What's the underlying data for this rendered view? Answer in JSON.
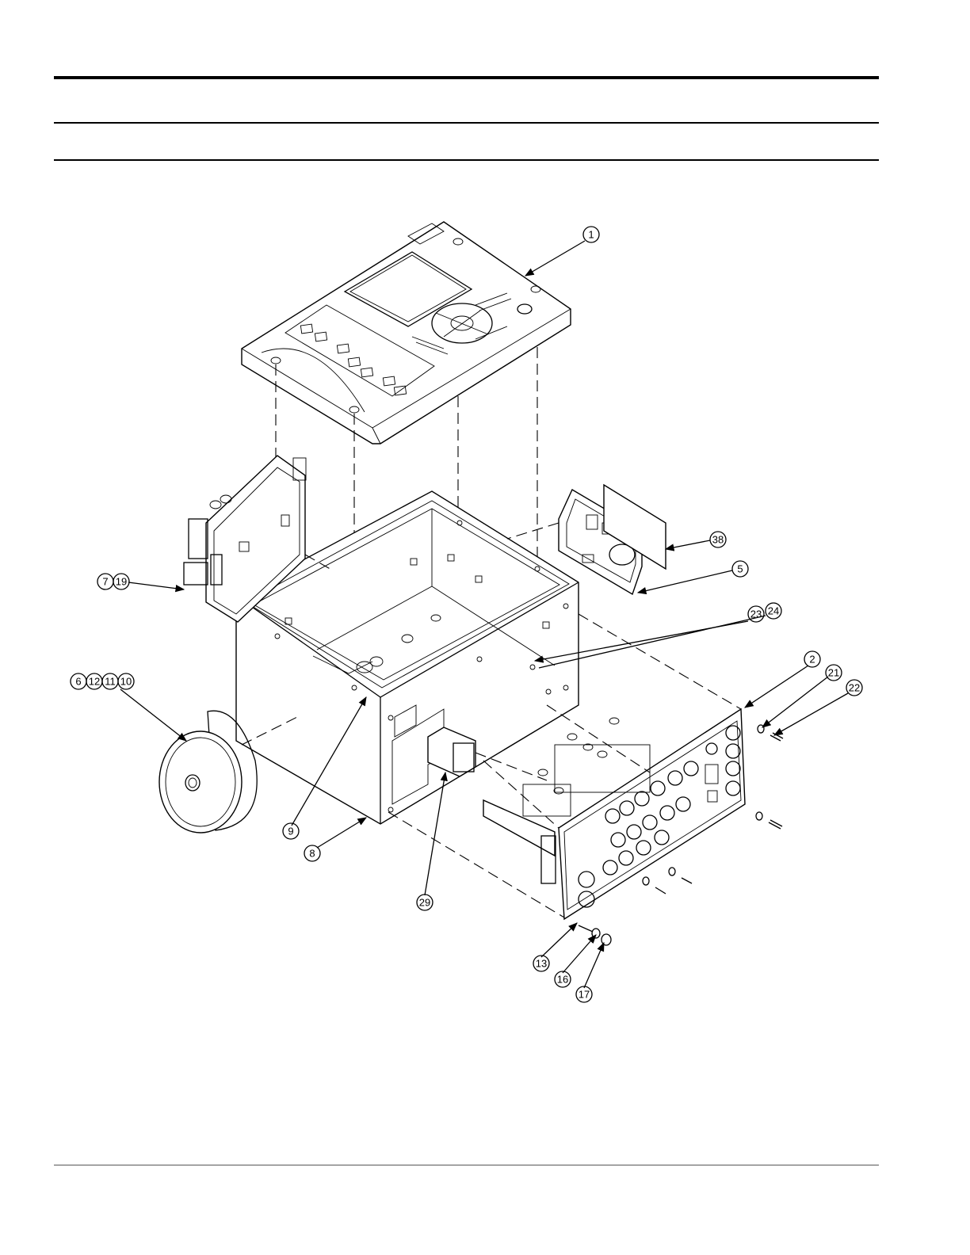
{
  "header": {
    "rule_top": "",
    "rule_mid": "",
    "rule_bottom": ""
  },
  "diagram": {
    "type": "exploded-parts-view",
    "callouts": [
      {
        "id": "c1",
        "label": "1"
      },
      {
        "id": "c38",
        "label": "38"
      },
      {
        "id": "c5",
        "label": "5"
      },
      {
        "id": "c23",
        "label": "23"
      },
      {
        "id": "c24",
        "label": "24"
      },
      {
        "id": "c2",
        "label": "2"
      },
      {
        "id": "c21",
        "label": "21"
      },
      {
        "id": "c22",
        "label": "22"
      },
      {
        "id": "c7",
        "label": "7"
      },
      {
        "id": "c19",
        "label": "19"
      },
      {
        "id": "c6",
        "label": "6"
      },
      {
        "id": "c12",
        "label": "12"
      },
      {
        "id": "c11",
        "label": "11"
      },
      {
        "id": "c10",
        "label": "10"
      },
      {
        "id": "c9",
        "label": "9"
      },
      {
        "id": "c8",
        "label": "8"
      },
      {
        "id": "c29",
        "label": "29"
      },
      {
        "id": "c13",
        "label": "13"
      },
      {
        "id": "c16",
        "label": "16"
      },
      {
        "id": "c17",
        "label": "17"
      }
    ]
  }
}
